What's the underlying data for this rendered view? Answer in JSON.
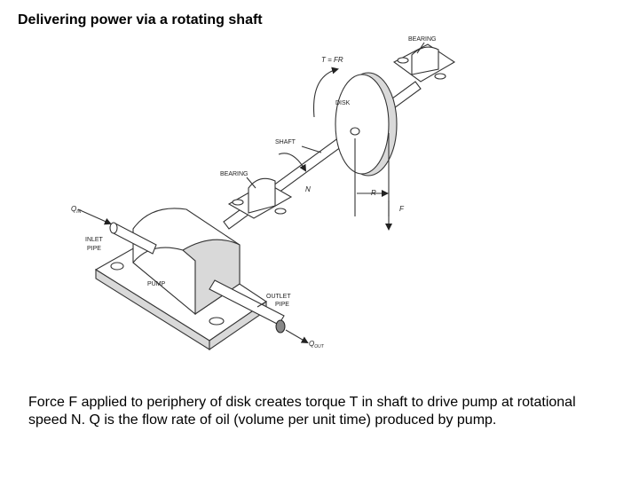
{
  "title": "Delivering power via a rotating shaft",
  "labels": {
    "bearing_top": "BEARING",
    "torque": "T = FR",
    "disk": "DISK",
    "shaft": "SHAFT",
    "bearing_mid": "BEARING",
    "speed": "N",
    "radius": "R",
    "force": "F",
    "q_in_main": "Q",
    "q_in_sub": "IN",
    "inlet_1": "INLET",
    "inlet_2": "PIPE",
    "pump": "PUMP",
    "outlet_1": "OUTLET",
    "outlet_2": "PIPE",
    "q_out_main": "Q",
    "q_out_sub": "OUT"
  },
  "caption": "Force F applied to periphery of disk creates torque T in shaft to drive pump at rotational speed N. Q is the flow rate of oil (volume per unit time) produced by pump."
}
